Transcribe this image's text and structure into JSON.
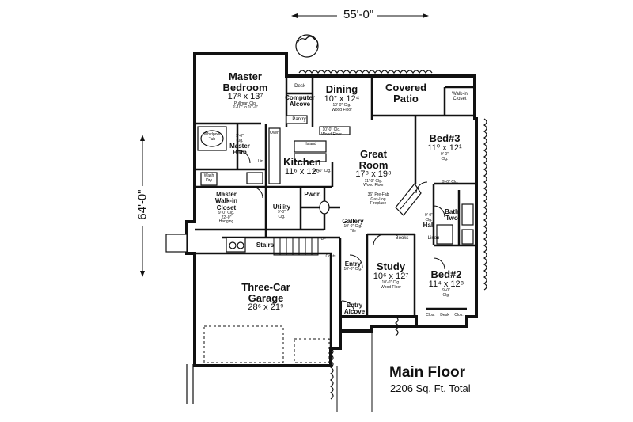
{
  "dimensions": {
    "width": "55'-0\"",
    "depth": "64'-0\""
  },
  "title": {
    "main": "Main Floor",
    "sub": "2206 Sq. Ft. Total"
  },
  "rooms": {
    "master_bedroom": {
      "name1": "Master",
      "name2": "Bedroom",
      "size": "17⁸ x 13⁷",
      "note1": "Pullman Clg.",
      "note2": "9'-10\" to 10'-0\""
    },
    "computer_alcove": {
      "name1": "Computer",
      "name2": "Alcove",
      "desk": "Desk"
    },
    "dining": {
      "name": "Dining",
      "size": "10⁷ x 12⁴",
      "note1": "10'-0\" Clg.",
      "note2": "Wood Floor"
    },
    "covered_patio": {
      "name1": "Covered",
      "name2": "Patio"
    },
    "walk_in_closet_bed3": {
      "name1": "Walk-in",
      "name2": "Closet"
    },
    "pantry": {
      "name": "Pantry"
    },
    "oven": {
      "name": "Oven"
    },
    "whirlpool": {
      "name1": "Whirlpool",
      "name2": "Tub"
    },
    "master_bath": {
      "name1": "Master",
      "name2": "Bath",
      "note1": "9'-0\"",
      "note2": "Clg."
    },
    "lin_master": {
      "name": "Lin."
    },
    "island": {
      "name": "Island"
    },
    "kitchen": {
      "name": "Kitchen",
      "size": "11⁶ x 12⁵",
      "note": "10'-0\" Clg.",
      "note2": "10'-0\" Clg.",
      "note3": "Wood Floor"
    },
    "great_room": {
      "name1": "Great",
      "name2": "Room",
      "size": "17⁸ x 19⁸",
      "note1": "11'-0\" Clg.",
      "note2": "Wood Floor",
      "fireplace1": "36\" Pre-Fab",
      "fireplace2": "Gas-Log",
      "fireplace3": "Fireplace"
    },
    "bed3": {
      "name": "Bed#3",
      "size": "11⁰ x 12¹",
      "note1": "9'-0\"",
      "note2": "Clg."
    },
    "wash": {
      "name1": "Wash",
      "name2": "Dry"
    },
    "master_walkin": {
      "name1": "Master",
      "name2": "Walk-in",
      "name3": "Closet",
      "note1": "9'-0\" Clg.",
      "note2": "22'-0\"",
      "note3": "Hanging"
    },
    "utility": {
      "name": "Utility",
      "note1": "9'-0\"",
      "note2": "Clg."
    },
    "powder": {
      "name": "Pwdr."
    },
    "bath_two": {
      "name1": "Bath",
      "name2": "Two"
    },
    "hall": {
      "name": "Hall",
      "note1": "9'-0\"",
      "note2": "Clg.",
      "note3": "9'-0\" Clg."
    },
    "linen": {
      "name": "Linen"
    },
    "gallery": {
      "name": "Gallery",
      "note1": "10'-0\" Clg.",
      "note2": "Tile"
    },
    "books": {
      "name": "Books"
    },
    "stairs": {
      "name": "Stairs",
      "up": "UP"
    },
    "coats": {
      "name": "Coats"
    },
    "entry": {
      "name": "Entry",
      "note": "10'-0\" Clg."
    },
    "study": {
      "name": "Study",
      "size": "10⁶ x 12⁷",
      "note1": "10'-0\" Clg.",
      "note2": "Wood Floor"
    },
    "bed2": {
      "name": "Bed#2",
      "size": "11⁴ x 12⁸",
      "note1": "9'-0\"",
      "note2": "Clg."
    },
    "garage": {
      "name1": "Three-Car",
      "name2": "Garage",
      "size": "28⁶ x 21⁹"
    },
    "entry_alcove": {
      "name1": "Entry",
      "name2": "Alcove"
    },
    "bed2_closets": {
      "clos_left": "Clos.",
      "desk": "Desk",
      "clos_right": "Clos."
    }
  }
}
